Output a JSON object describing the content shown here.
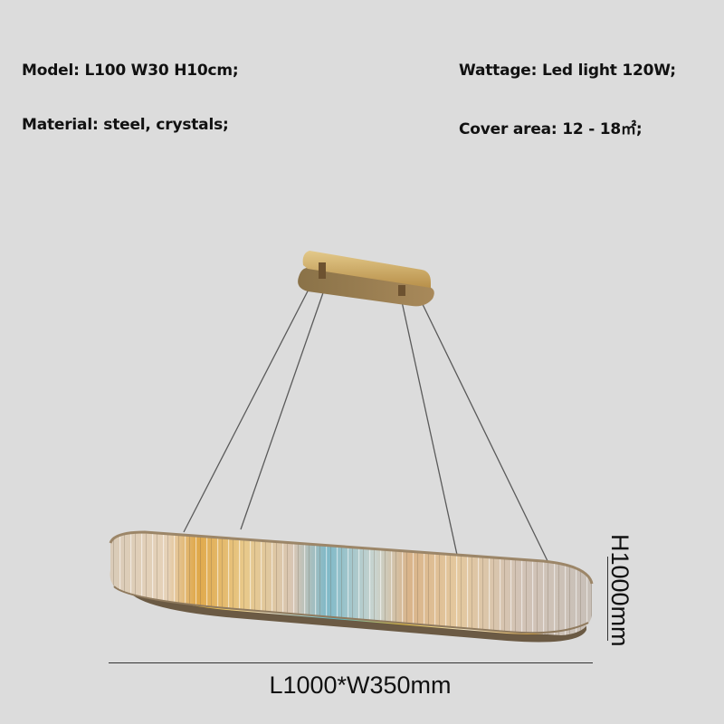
{
  "specs": {
    "model": "Model: L100 W30 H10cm;",
    "material": "Material: steel, crystals;",
    "wattage": "Wattage: Led light 120W;",
    "cover_area": "Cover area: 12 - 18㎡;"
  },
  "dimensions": {
    "length_width": "L1000*W350mm",
    "height": "H1000mm"
  },
  "product": {
    "name": "oval crystal LED pendant chandelier",
    "canopy_color": "#c9a55c",
    "frame_color": "#8a7a60",
    "background": "#dcdcdc"
  }
}
